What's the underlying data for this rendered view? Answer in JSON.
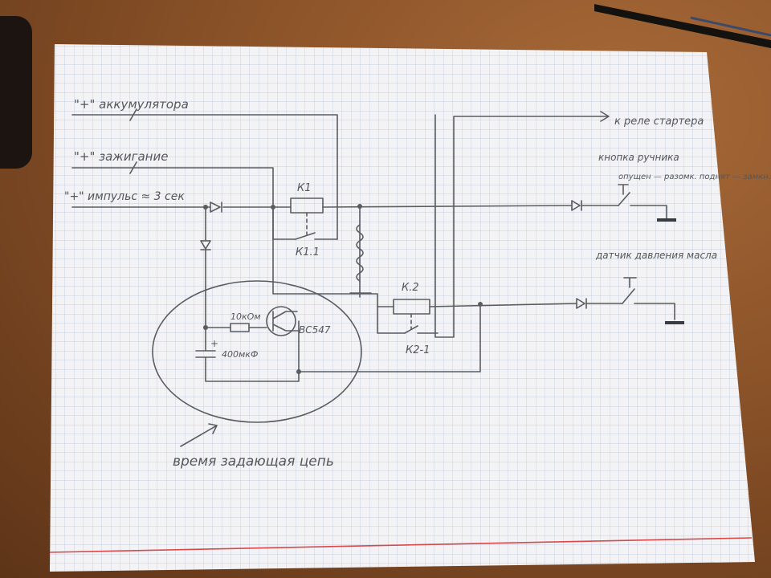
{
  "labels": {
    "battery": "\"+\" аккумулятора",
    "ignition": "\"+\" зажигание",
    "impulse": "\"+\" импульс ≈ 3 сек",
    "starter": "к реле стартера",
    "handbrake_button": "кнопка ручника",
    "handbrake_state": "опущен — разомк. поднят — замкн.",
    "oil_sensor": "датчик давления масла",
    "relay_k1": "К1",
    "contact_k11": "К1.1",
    "relay_k2": "К.2",
    "contact_k21": "К2-1",
    "resistor": "10кОм",
    "transistor": "BC547",
    "capacitor": "400мкФ",
    "cap_plus": "+",
    "timing_circuit": "время задающая цепь"
  },
  "colors": {
    "paper": "#f3f3f6",
    "grid": "#b9c3dc",
    "ink": "#5a5c61",
    "margin_line": "#d9484a"
  },
  "icons": [
    "diode-icon",
    "relay-coil-icon",
    "switch-icon",
    "ground-icon",
    "transistor-icon",
    "capacitor-icon",
    "resistor-icon",
    "spring-icon",
    "arrow-icon"
  ]
}
